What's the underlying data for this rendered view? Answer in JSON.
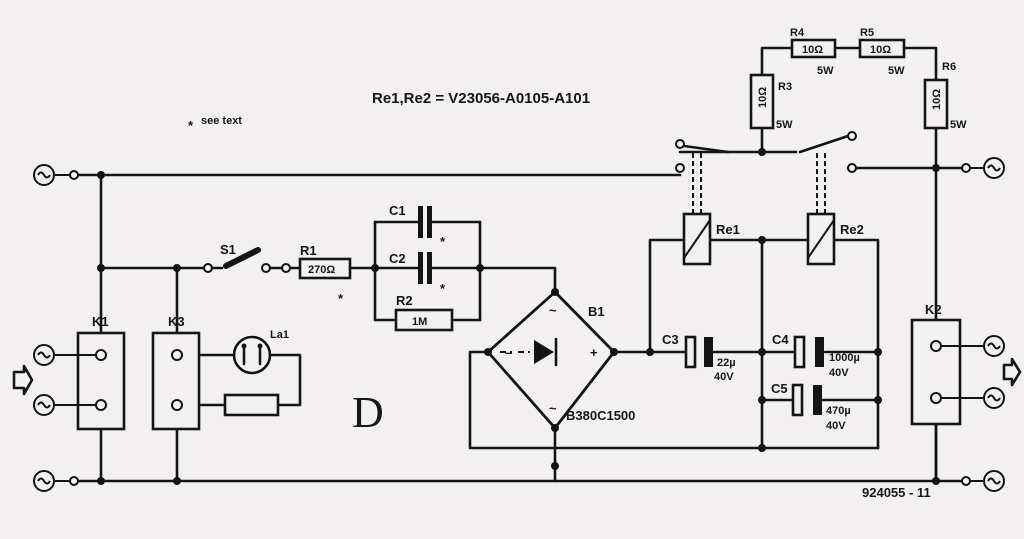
{
  "header": {
    "relay_type": "Re1,Re2 = V23056-A0105-A101",
    "note": "see text",
    "note_mark": "*",
    "drawing_number": "924055 - 11",
    "stamp": "D"
  },
  "components": {
    "r1": {
      "ref": "R1",
      "value": "270Ω"
    },
    "r2": {
      "ref": "R2",
      "value": "1M"
    },
    "r3": {
      "ref": "R3",
      "value": "10Ω",
      "power": "5W"
    },
    "r4": {
      "ref": "R4",
      "value": "10Ω",
      "power": "5W"
    },
    "r5": {
      "ref": "R5",
      "value": "10Ω",
      "power": "5W"
    },
    "r6": {
      "ref": "R6",
      "value": "10Ω",
      "power": "5W"
    },
    "c1": {
      "ref": "C1"
    },
    "c2": {
      "ref": "C2"
    },
    "c3": {
      "ref": "C3",
      "value": "22µ",
      "voltage": "40V"
    },
    "c4": {
      "ref": "C4",
      "value": "1000µ",
      "voltage": "40V"
    },
    "c5": {
      "ref": "C5",
      "value": "470µ",
      "voltage": "40V"
    },
    "b1": {
      "ref": "B1",
      "part": "B380C1500",
      "plus": "+",
      "minus": "–",
      "ac": "~"
    },
    "s1": {
      "ref": "S1"
    },
    "la1": {
      "ref": "La1"
    },
    "k1": {
      "ref": "K1"
    },
    "k2": {
      "ref": "K2"
    },
    "k3": {
      "ref": "K3"
    },
    "re1": {
      "ref": "Re1"
    },
    "re2": {
      "ref": "Re2"
    },
    "star": "*",
    "ac_symbol": "~"
  }
}
